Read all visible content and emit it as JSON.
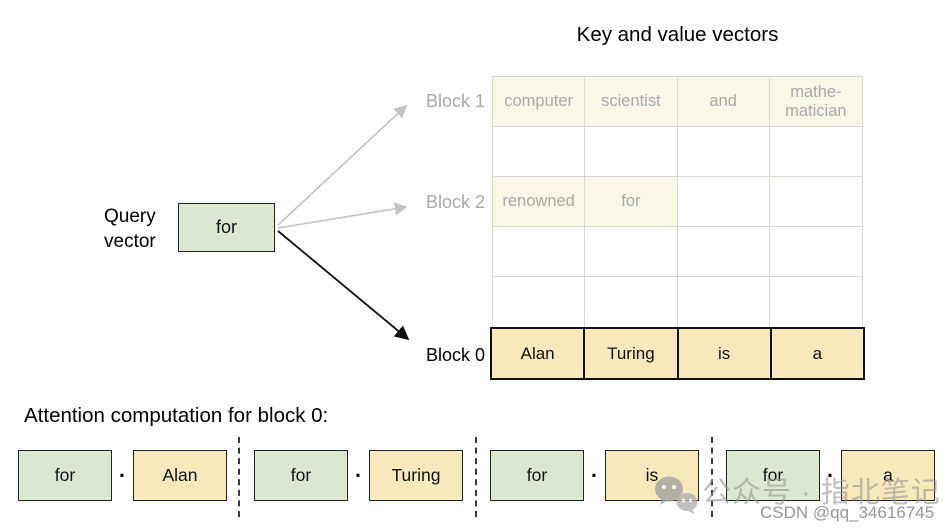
{
  "header": {
    "title": "Key and value vectors"
  },
  "query": {
    "label": "Query\nvector",
    "value": "for"
  },
  "kv_table": {
    "block_labels": {
      "block1": "Block 1",
      "block2": "Block 2",
      "block0": "Block 0"
    },
    "rows": [
      {
        "cells": [
          "computer",
          "scientist",
          "and",
          "mathe-\nmatician"
        ]
      },
      {
        "cells": [
          "",
          "",
          "",
          ""
        ]
      },
      {
        "cells": [
          "renowned",
          "for",
          "",
          ""
        ]
      },
      {
        "cells": [
          "",
          "",
          "",
          ""
        ]
      },
      {
        "cells": [
          "",
          "",
          "",
          ""
        ]
      },
      {
        "cells": [
          "Alan",
          "Turing",
          "is",
          "a"
        ]
      }
    ]
  },
  "attention": {
    "heading": "Attention computation for block 0:",
    "dot": "·",
    "pairs": [
      {
        "query": "for",
        "key": "Alan"
      },
      {
        "query": "for",
        "key": "Turing"
      },
      {
        "query": "for",
        "key": "is"
      },
      {
        "query": "for",
        "key": "a"
      }
    ]
  },
  "watermark": {
    "wechat_label": "公众号 · 指北笔记",
    "csdn_label": "CSDN @qq_34616745"
  },
  "colors": {
    "query_green": "#dce7d1",
    "key_yellow": "#f8e9bd",
    "faded_cream": "#fbf7e7",
    "faded_text": "#a9a9a9",
    "grid_border": "#d9d9d4",
    "arrow_gray": "#c2c2c2",
    "ink_black": "#111111",
    "watermark_gray": "#969696"
  }
}
